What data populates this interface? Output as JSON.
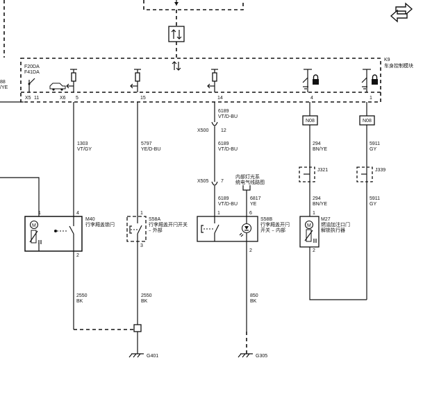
{
  "module": {
    "id": "K9",
    "name": "车身控制模块"
  },
  "fuse_labels": [
    "F20DA",
    "F41DA"
  ],
  "left_partial": {
    "wire_num": "88",
    "wire_color": "/YE"
  },
  "connectors": {
    "x5": "X5",
    "x6": "X6",
    "x500": "X500",
    "x505": "X505"
  },
  "pins": {
    "x5_11": "11",
    "x6_5": "5",
    "x6_15": "15",
    "x6_14": "14",
    "k9_4": "4",
    "k9_1": "1",
    "x500_12": "12",
    "x505_7": "7",
    "m40_1": "1",
    "m40_4": "4",
    "m40_2": "2",
    "s58a_1": "1",
    "s58a_3": "3",
    "s58b_1": "1",
    "s58b_6": "6",
    "s58b_2": "2",
    "m27_1": "1",
    "m27_2": "2"
  },
  "wires": {
    "w1303": {
      "num": "1303",
      "color": "VT/GY"
    },
    "w5797": {
      "num": "5797",
      "color": "YE/D-BU"
    },
    "w6189a": {
      "num": "6189",
      "color": "VT/D-BU"
    },
    "w6189b": {
      "num": "6189",
      "color": "VT/D-BU"
    },
    "w6189c": {
      "num": "6189",
      "color": "VT/D-BU"
    },
    "w6817": {
      "num": "6817",
      "color": "YE"
    },
    "w294a": {
      "num": "294",
      "color": "BN/YE"
    },
    "w294b": {
      "num": "294",
      "color": "BN/YE"
    },
    "w5911a": {
      "num": "5911",
      "color": "GY"
    },
    "w5911b": {
      "num": "5911",
      "color": "GY"
    },
    "w2550a": {
      "num": "2550",
      "color": "BK"
    },
    "w2550b": {
      "num": "2550",
      "color": "BK"
    },
    "w850": {
      "num": "850",
      "color": "BK"
    }
  },
  "splices": {
    "n08a": "N08",
    "n08b": "N08",
    "j321": "J321",
    "j339": "J339"
  },
  "components": {
    "m40": {
      "id": "M40",
      "name": "行李厢盖锁闩"
    },
    "s58a": {
      "id": "S58A",
      "line1": "行李厢盖开闩开关",
      "line2": "– 外部"
    },
    "s58b": {
      "id": "S58B",
      "line1": "行李厢盖开闩",
      "line2": "开关 – 内部"
    },
    "m27": {
      "id": "M27",
      "line1": "燃油加注口门",
      "line2": "解锁执行器"
    }
  },
  "note": {
    "line1": "内部灯光系",
    "line2": "统电气线路图"
  },
  "grounds": {
    "g401": "G401",
    "g305": "G305"
  }
}
